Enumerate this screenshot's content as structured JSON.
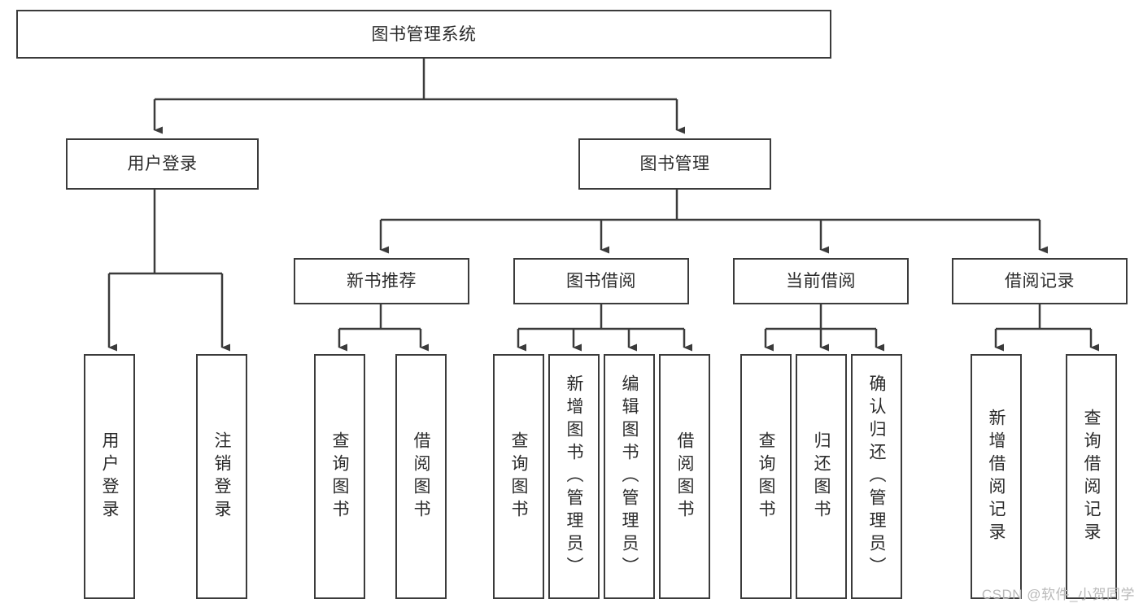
{
  "diagram": {
    "title_node": {
      "label": "图书管理系统"
    },
    "level2": [
      {
        "id": "user-login",
        "label": "用户登录"
      },
      {
        "id": "book-manage",
        "label": "图书管理"
      }
    ],
    "level3": [
      {
        "id": "new-book-recommend",
        "label": "新书推荐"
      },
      {
        "id": "book-borrow",
        "label": "图书借阅"
      },
      {
        "id": "current-borrow",
        "label": "当前借阅"
      },
      {
        "id": "borrow-record",
        "label": "借阅记录"
      }
    ],
    "leaves": {
      "user_login": [
        {
          "id": "leaf-user-login",
          "label": "用户登录"
        },
        {
          "id": "leaf-logout-login",
          "label": "注销登录"
        }
      ],
      "new_book_recommend": [
        {
          "id": "leaf-query-book-1",
          "label": "查询图书"
        },
        {
          "id": "leaf-borrow-book-1",
          "label": "借阅图书"
        }
      ],
      "book_borrow": [
        {
          "id": "leaf-query-book-2",
          "label": "查询图书"
        },
        {
          "id": "leaf-add-book",
          "label": "新增图书（管理员）"
        },
        {
          "id": "leaf-edit-book",
          "label": "编辑图书（管理员）"
        },
        {
          "id": "leaf-borrow-book-2",
          "label": "借阅图书"
        }
      ],
      "current_borrow": [
        {
          "id": "leaf-query-book-3",
          "label": "查询图书"
        },
        {
          "id": "leaf-return-book",
          "label": "归还图书"
        },
        {
          "id": "leaf-confirm-return",
          "label": "确认归还（管理员）"
        }
      ],
      "borrow_record": [
        {
          "id": "leaf-add-record",
          "label": "新增借阅记录"
        },
        {
          "id": "leaf-query-record",
          "label": "查询借阅记录"
        }
      ]
    }
  },
  "watermark": {
    "text": "CSDN @软件_小贺同学"
  },
  "colors": {
    "box_border": "#3b3b3b",
    "box_fill": "#ffffff",
    "connector": "#3b3b3b",
    "text": "#2b2b2b",
    "watermark": "#b9b9b9"
  }
}
